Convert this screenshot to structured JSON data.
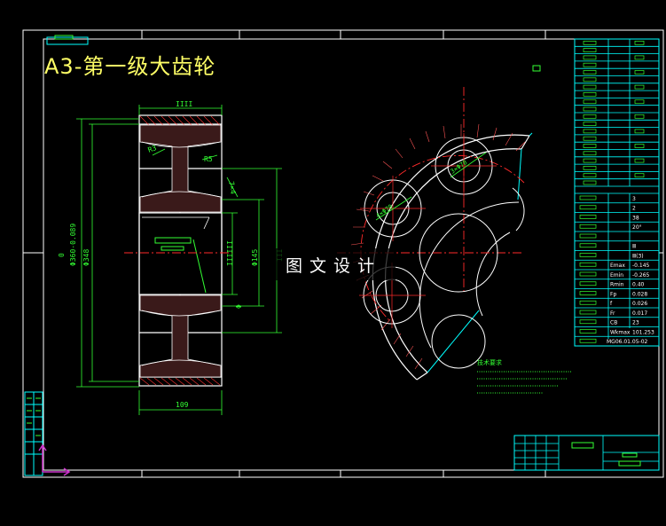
{
  "drawing": {
    "title": "A3-第一级大齿轮",
    "watermark": "图文设计"
  },
  "dimensions": {
    "face_width": "109",
    "outer_dia": "Φ348",
    "root_dia": "Φ360-0.089",
    "zero": "0",
    "hub_dia": "Φ145",
    "bore_dia": "Φ",
    "radius_r3": "R3",
    "radius_r5": "R5",
    "hole_dia": "4×Φ70",
    "angle": "3×Φ78"
  },
  "gear_table": {
    "rows": [
      {
        "label": "",
        "value": "3"
      },
      {
        "label": "",
        "value": "2"
      },
      {
        "label": "",
        "value": "38"
      },
      {
        "label": "",
        "value": "20°"
      },
      {
        "label": "",
        "value": ""
      },
      {
        "label": "",
        "value": "Ⅲ"
      },
      {
        "label": "",
        "value": "Ⅲ(3)"
      },
      {
        "label": "Emax",
        "value": "-0.145"
      },
      {
        "label": "Emin",
        "value": "-0.265"
      },
      {
        "label": "Rmin",
        "value": "0.40"
      },
      {
        "label": "Fp",
        "value": "0.028"
      },
      {
        "label": "f",
        "value": "0.026"
      },
      {
        "label": "Fr",
        "value": "0.017"
      },
      {
        "label": "CB",
        "value": "23"
      },
      {
        "label": "Wkmax",
        "value": "101.253"
      },
      {
        "label": "",
        "value": "MG06.01.05-02"
      }
    ]
  },
  "colors": {
    "background": "#000000",
    "frame": "#ffffff",
    "outline": "#00ffff",
    "dimension": "#33ff33",
    "centerline": "#ff2a2a",
    "detail": "#ffffff",
    "notes": "#33ff33",
    "title": "#ffff66"
  }
}
